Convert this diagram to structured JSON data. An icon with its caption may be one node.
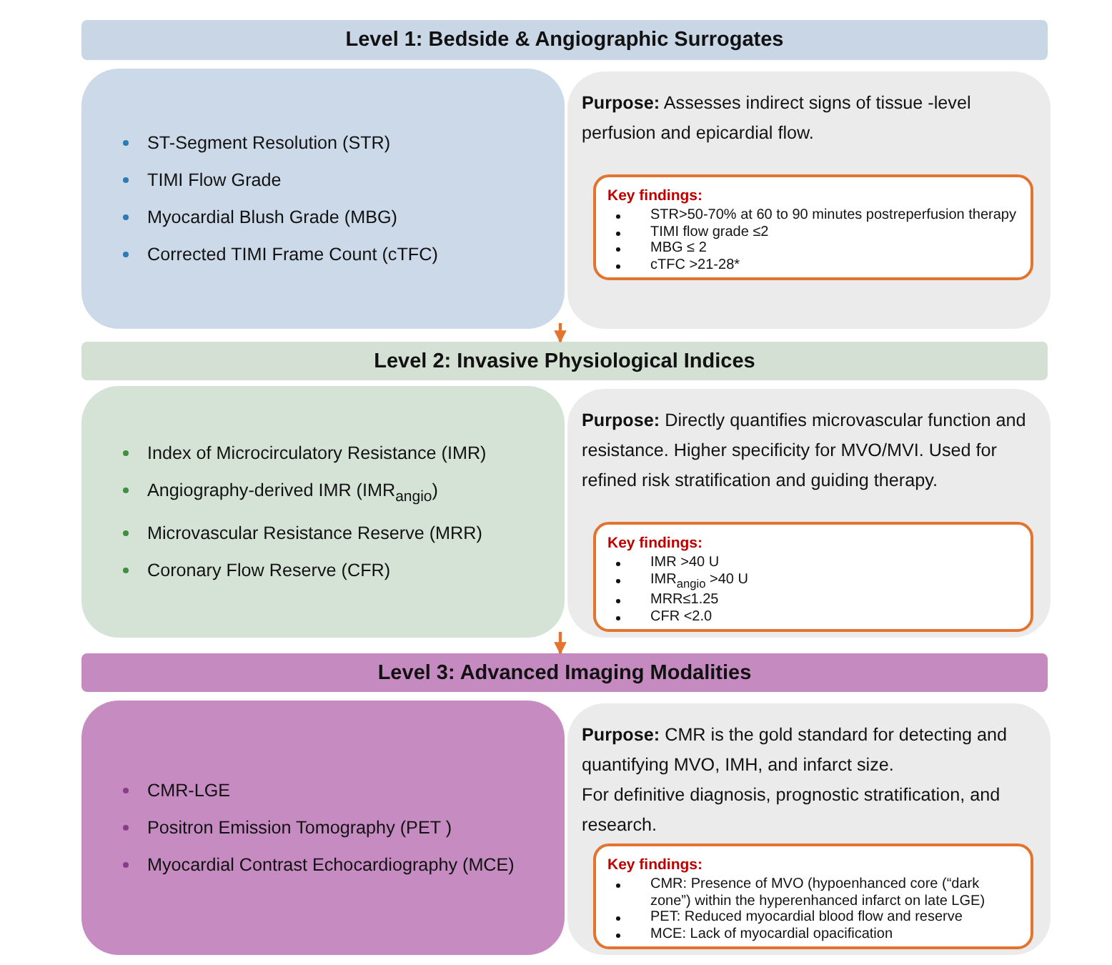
{
  "diagram": {
    "nodes": [
      {
        "text": [
          "Level 1: Bedside & Angiographic Surrogates"
        ]
      },
      {
        "text": [
          "ST-Segment Resolution (STR)",
          "TIMI Flow Grade",
          "Myocardial Blush Grade (MBG)",
          "Corrected TIMI Frame Count (cTFC)"
        ]
      },
      {
        "text": [
          "**Purpose:** Assesses indirect signs of tissue -level perfusion and epicardial flow."
        ]
      },
      {
        "text": [
          "Key findings:",
          "STR>50-70% at 60 to 90 minutes postreperfusion therapy",
          "TIMI flow grade ≤2",
          "MBG ≤ 2",
          "cTFC >21-28*"
        ],
        "in": 2
      },
      {
        "text": [
          "Level 2: Invasive Physiological Indices"
        ]
      },
      {
        "text": [
          "Index of Microcirculatory Resistance (IMR)",
          "Angiography-derived IMR (IMR$_{angio}$)",
          "Microvascular Resistance Reserve (MRR)",
          "Coronary Flow Reserve (CFR)"
        ]
      },
      {
        "text": [
          "**Purpose:** Directly quantifies microvascular function and resistance. Higher specificity for MVO/MVI. Used for refined risk stratification and guiding therapy."
        ]
      },
      {
        "text": [
          "Key findings:",
          "IMR >40 U",
          "IMR$_{angio}$ >40 U",
          "MRR≤1.25",
          "CFR <2.0"
        ],
        "in": 6
      },
      {
        "text": [
          "Level 3: Advanced Imaging Modalities"
        ]
      },
      {
        "text": [
          "CMR-LGE",
          "Positron Emission Tomography (PET )",
          "Myocardial Contrast Echocardiography (MCE)"
        ]
      },
      {
        "text": [
          "**Purpose:** CMR is the gold standard for detecting and quantifying MVO, IMH, and infarct size.",
          "For definitive diagnosis, prognostic stratification, and research."
        ]
      },
      {
        "text": [
          "Key findings:",
          "CMR: Presence of MVO (hypoenhanced core (“dark zone”) within the hyperenhanced infarct on late LGE)",
          "PET: Reduced myocardial blood flow and reserve",
          "MCE: Lack of myocardial opacification"
        ],
        "in": 10
      }
    ],
    "edges": [
      {
        "from": 1,
        "to": 4,
        "arrow": "to"
      },
      {
        "from": 5,
        "to": 8,
        "arrow": "to"
      }
    ]
  }
}
